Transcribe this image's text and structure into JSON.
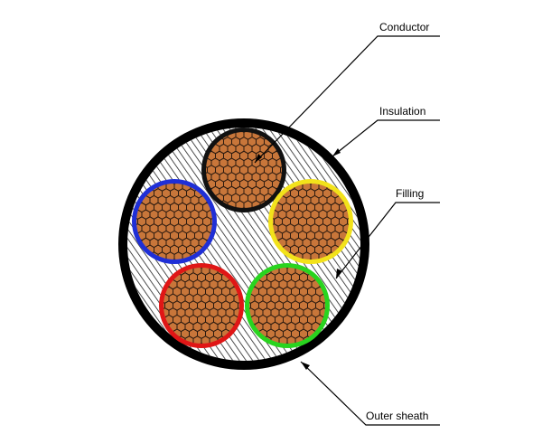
{
  "labels": {
    "conductor": "Conductor",
    "insulation": "Insulation",
    "filling": "Filling",
    "outer_sheath": "Outer sheath"
  },
  "colors": {
    "sheath": "#000000",
    "filling_hatch": "#222222",
    "copper": "#c8763a",
    "strand_line": "#2a1a10",
    "core_black": "#111111",
    "core_blue": "#1f2fd6",
    "core_yellow": "#f2e21a",
    "core_red": "#e01616",
    "core_green": "#29d41f"
  },
  "cores": [
    {
      "name": "core-black",
      "insulation_color": "core_black"
    },
    {
      "name": "core-blue",
      "insulation_color": "core_blue"
    },
    {
      "name": "core-yellow",
      "insulation_color": "core_yellow"
    },
    {
      "name": "core-red",
      "insulation_color": "core_red"
    },
    {
      "name": "core-green",
      "insulation_color": "core_green"
    }
  ]
}
